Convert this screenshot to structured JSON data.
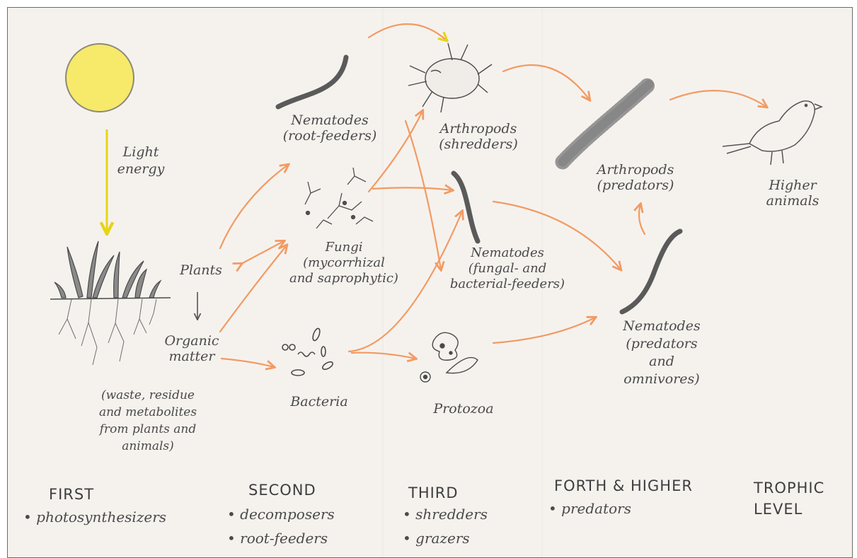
{
  "colors": {
    "paper": "#f5f2ee",
    "pencil": "#4a4a4a",
    "arrow": "#f39a62",
    "sun": "#f7e96a",
    "light_arrow": "#e5d515"
  },
  "organisms": {
    "light": "Light energy",
    "plants": "Plants",
    "organic_matter": [
      "Organic",
      "matter"
    ],
    "organic_note": [
      "(waste, residue",
      "and metabolites",
      "from plants and",
      "animals)"
    ],
    "nematodes_root": [
      "Nematodes",
      "(root-feeders)"
    ],
    "fungi": [
      "Fungi",
      "(mycorrhizal",
      "and saprophytic)"
    ],
    "bacteria": "Bacteria",
    "arthropods_shredders": [
      "Arthropods",
      "(shredders)"
    ],
    "nematodes_fungal": [
      "Nematodes",
      "(fungal- and",
      "bacterial-feeders)"
    ],
    "protozoa": "Protozoa",
    "arthropods_predators": [
      "Arthropods",
      "(predators)"
    ],
    "nematodes_predators": [
      "Nematodes",
      "(predators",
      "and",
      "omnivores)"
    ],
    "higher_animals": [
      "Higher",
      "animals"
    ]
  },
  "levels": {
    "first": {
      "title": "FIRST",
      "items": [
        "• photosynthesizers"
      ]
    },
    "second": {
      "title": "SECOND",
      "items": [
        "• decomposers",
        "• root-feeders"
      ]
    },
    "third": {
      "title": "THIRD",
      "items": [
        "• shredders",
        "• grazers"
      ]
    },
    "fourth": {
      "title": "FORTH & HIGHER",
      "items": [
        "• predators"
      ]
    },
    "trophic": [
      "TROPHIC",
      "LEVEL"
    ]
  },
  "icons": {
    "sun": "sun-icon",
    "plants": "grass-plants-icon",
    "nematode": "nematode-icon",
    "fungi": "fungal-hyphae-icon",
    "bacteria": "bacteria-icon",
    "mite": "mite-icon",
    "protozoa": "protozoa-icon",
    "millipede": "millipede-icon",
    "bird": "bird-icon"
  }
}
